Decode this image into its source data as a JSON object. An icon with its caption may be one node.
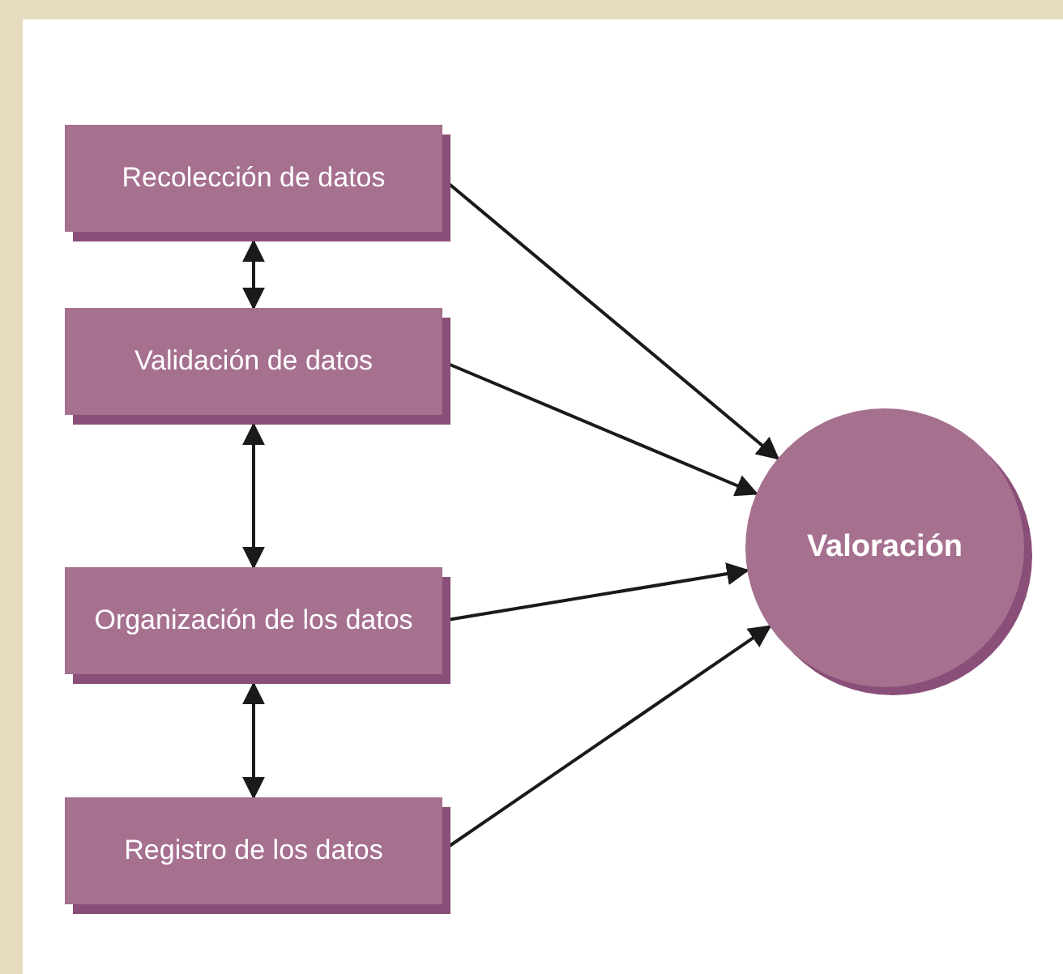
{
  "diagram": {
    "nodes": [
      {
        "text": [
          "Recolección de datos"
        ]
      },
      {
        "text": [
          "Validación de datos"
        ]
      },
      {
        "text": [
          "Organización de los datos"
        ]
      },
      {
        "text": [
          "Registro de los datos"
        ]
      },
      {
        "text": [
          "Valoración"
        ]
      }
    ],
    "edges": [
      {
        "from": 0,
        "to": 1,
        "arrow": "both"
      },
      {
        "from": 1,
        "to": 2,
        "arrow": "both"
      },
      {
        "from": 2,
        "to": 3,
        "arrow": "both"
      },
      {
        "from": 0,
        "to": 4,
        "arrow": "to"
      },
      {
        "from": 1,
        "to": 4,
        "arrow": "to"
      },
      {
        "from": 2,
        "to": 4,
        "arrow": "to"
      },
      {
        "from": 3,
        "to": 4,
        "arrow": "to"
      }
    ]
  }
}
